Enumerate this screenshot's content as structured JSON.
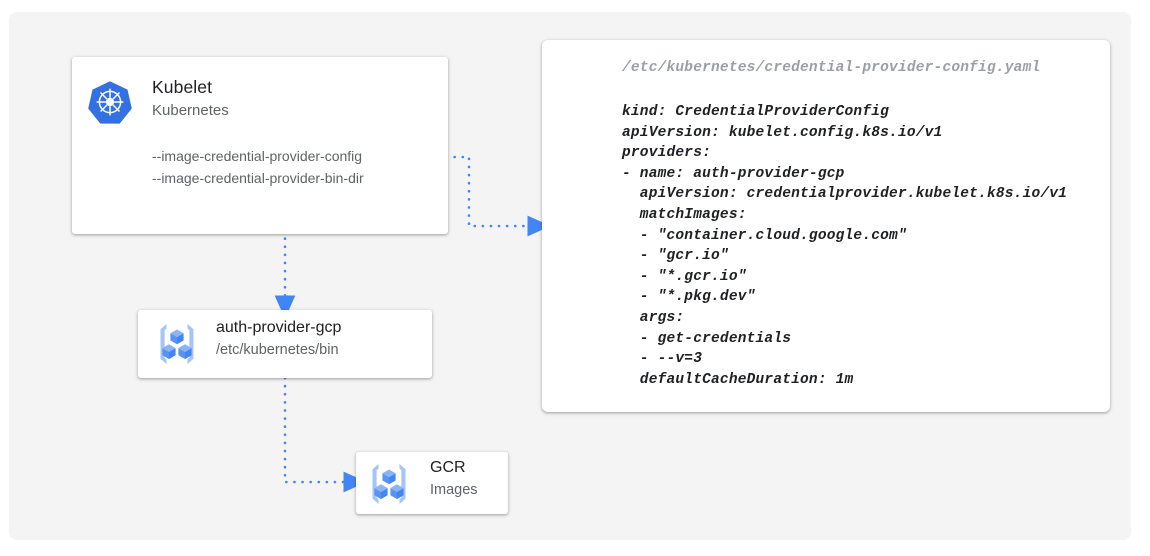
{
  "canvas": {
    "background_color": "#f4f4f4",
    "page_background_color": "#ffffff"
  },
  "accent_color": "#4285f4",
  "nodes": {
    "kubelet": {
      "icon": "kubernetes-logo-icon",
      "title": "Kubelet",
      "subtitle": "Kubernetes",
      "flags": [
        "--image-credential-provider-config",
        "--image-credential-provider-bin-dir"
      ]
    },
    "provider": {
      "icon": "container-registry-icon",
      "title": "auth-provider-gcp",
      "subtitle": "/etc/kubernetes/bin"
    },
    "gcr": {
      "icon": "container-registry-icon",
      "title": "GCR",
      "subtitle": "Images"
    }
  },
  "yaml_panel": {
    "path": "/etc/kubernetes/credential-provider-config.yaml",
    "content": "kind: CredentialProviderConfig\napiVersion: kubelet.config.k8s.io/v1\nproviders:\n- name: auth-provider-gcp\n  apiVersion: credentialprovider.kubelet.k8s.io/v1\n  matchImages:\n  - \"container.cloud.google.com\"\n  - \"gcr.io\"\n  - \"*.gcr.io\"\n  - \"*.pkg.dev\"\n  args:\n  - get-credentials\n  - --v=3\n  defaultCacheDuration: 1m"
  },
  "connectors": [
    {
      "name": "kubelet-flags-to-yaml-config",
      "from": "kubelet.flags",
      "to": "yaml_panel",
      "style": "dotted",
      "arrowhead": "right"
    },
    {
      "name": "kubelet-to-auth-provider",
      "from": "kubelet",
      "to": "provider",
      "style": "dotted",
      "arrowhead": "down"
    },
    {
      "name": "auth-provider-to-gcr",
      "from": "provider",
      "to": "gcr",
      "style": "dotted",
      "arrowhead": "right"
    }
  ]
}
